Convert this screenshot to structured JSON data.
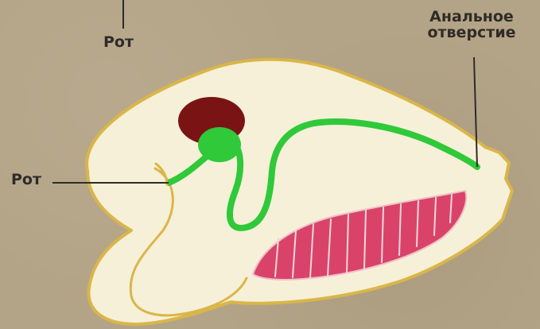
{
  "labels": {
    "mouth_top": "Рот",
    "mouth_side": "Рот",
    "anus_line1": "Анальное",
    "anus_line2": "отверстие"
  },
  "colors": {
    "background": "#b4a487",
    "body_fill": "#f7f0d8",
    "body_outline": "#d9b64a",
    "digestive_tract": "#2fc93a",
    "brain_ganglion": "#7a1414",
    "muscle": "#d9436a",
    "leader_line": "#2f2b26"
  }
}
